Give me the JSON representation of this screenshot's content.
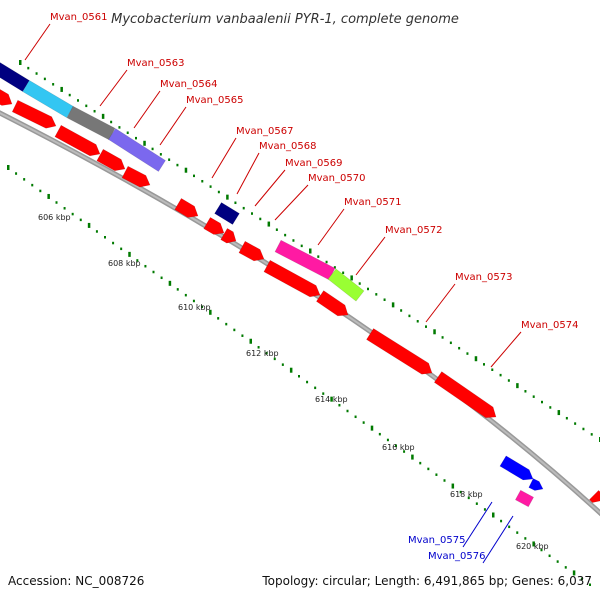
{
  "header": {
    "title": "Mycobacterium vanbaalenii PYR-1, complete genome"
  },
  "footer": {
    "accession": "Accession: NC_008726",
    "summary": "Topology: circular; Length: 6,491,865 bp; Genes: 6,037"
  },
  "colors": {
    "red": "#ff0000",
    "navy": "#000080",
    "cyan": "#33c6f2",
    "gray": "#777777",
    "lavender": "#7b68ee",
    "pink": "#ff1aa3",
    "lime": "#99ff33",
    "blue": "#0000ff",
    "backbone": "#999999",
    "tick": "#007a00",
    "label_red": "#cc0000",
    "label_blue": "#0000cc"
  },
  "positions": [
    {
      "label": "606 kbp"
    },
    {
      "label": "608 kbp"
    },
    {
      "label": "610 kbp"
    },
    {
      "label": "612 kbp"
    },
    {
      "label": "614 kbp"
    },
    {
      "label": "616 kbp"
    },
    {
      "label": "618 kbp"
    },
    {
      "label": "620 kbp"
    }
  ],
  "genes": [
    {
      "label": "Mvan_0561",
      "color": "red"
    },
    {
      "label": "Mvan_0563",
      "color": "red"
    },
    {
      "label": "Mvan_0564",
      "color": "red"
    },
    {
      "label": "Mvan_0565",
      "color": "red"
    },
    {
      "label": "Mvan_0567",
      "color": "red"
    },
    {
      "label": "Mvan_0568",
      "color": "red"
    },
    {
      "label": "Mvan_0569",
      "color": "red"
    },
    {
      "label": "Mvan_0570",
      "color": "red"
    },
    {
      "label": "Mvan_0571",
      "color": "red"
    },
    {
      "label": "Mvan_0572",
      "color": "red"
    },
    {
      "label": "Mvan_0573",
      "color": "red"
    },
    {
      "label": "Mvan_0574",
      "color": "red"
    },
    {
      "label": "Mvan_0575",
      "color": "blue"
    },
    {
      "label": "Mvan_0576",
      "color": "blue"
    }
  ]
}
